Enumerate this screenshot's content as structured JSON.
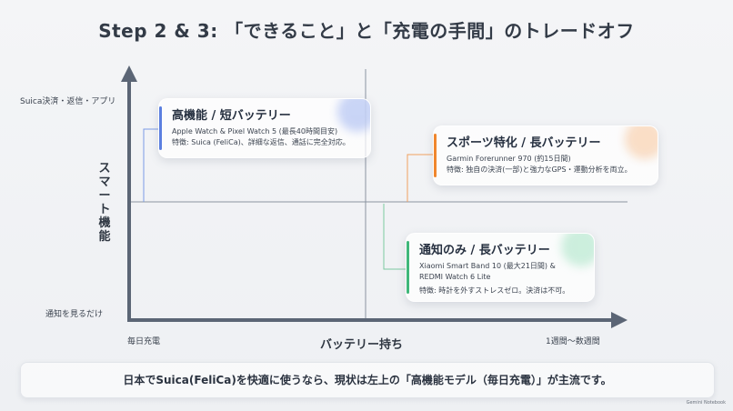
{
  "title": "Step 2 & 3: 「できること」と「充電の手間」のトレードオフ",
  "y_axis": {
    "label_chars": [
      "ス",
      "マ",
      "ー",
      "ト",
      "機",
      "能"
    ],
    "top_tick": "Suica決済・返信・アプリ",
    "bottom_tick": "通知を見るだけ"
  },
  "x_axis": {
    "label": "バッテリー持ち",
    "left_tick": "毎日充電",
    "right_tick": "1週間〜数週間"
  },
  "cards": {
    "top_left": {
      "title": "高機能 / 短バッテリー",
      "line1": "Apple Watch & Pixel Watch 5 (最長40時間目安)",
      "line2": "特徴: Suica (FeliCa)、詳細な返信、通話に完全対応。",
      "accent": "#5b7fe0"
    },
    "top_right": {
      "title": "スポーツ特化 / 長バッテリー",
      "line1": "Garmin Forerunner 970 (約15日間)",
      "line2": "特徴: 独自の決済(一部)と強力なGPS・運動分析を両立。",
      "accent": "#f0872e"
    },
    "bottom_right": {
      "title": "通知のみ / 長バッテリー",
      "line1": "Xiaomi Smart Band 10 (最大21日間) &",
      "line2": "REDMI Watch 6 Lite",
      "line3": "特徴: 時計を外すストレスゼロ。決済は不可。",
      "accent": "#3fb77a"
    }
  },
  "summary": "日本でSuica(FeliCa)を快適に使うなら、現状は左上の「高機能モデル（毎日充電）」が主流です。",
  "footer": "Gemini Notebook",
  "colors": {
    "axis": "#5b6575",
    "quadrant_line": "#8a93a0"
  }
}
